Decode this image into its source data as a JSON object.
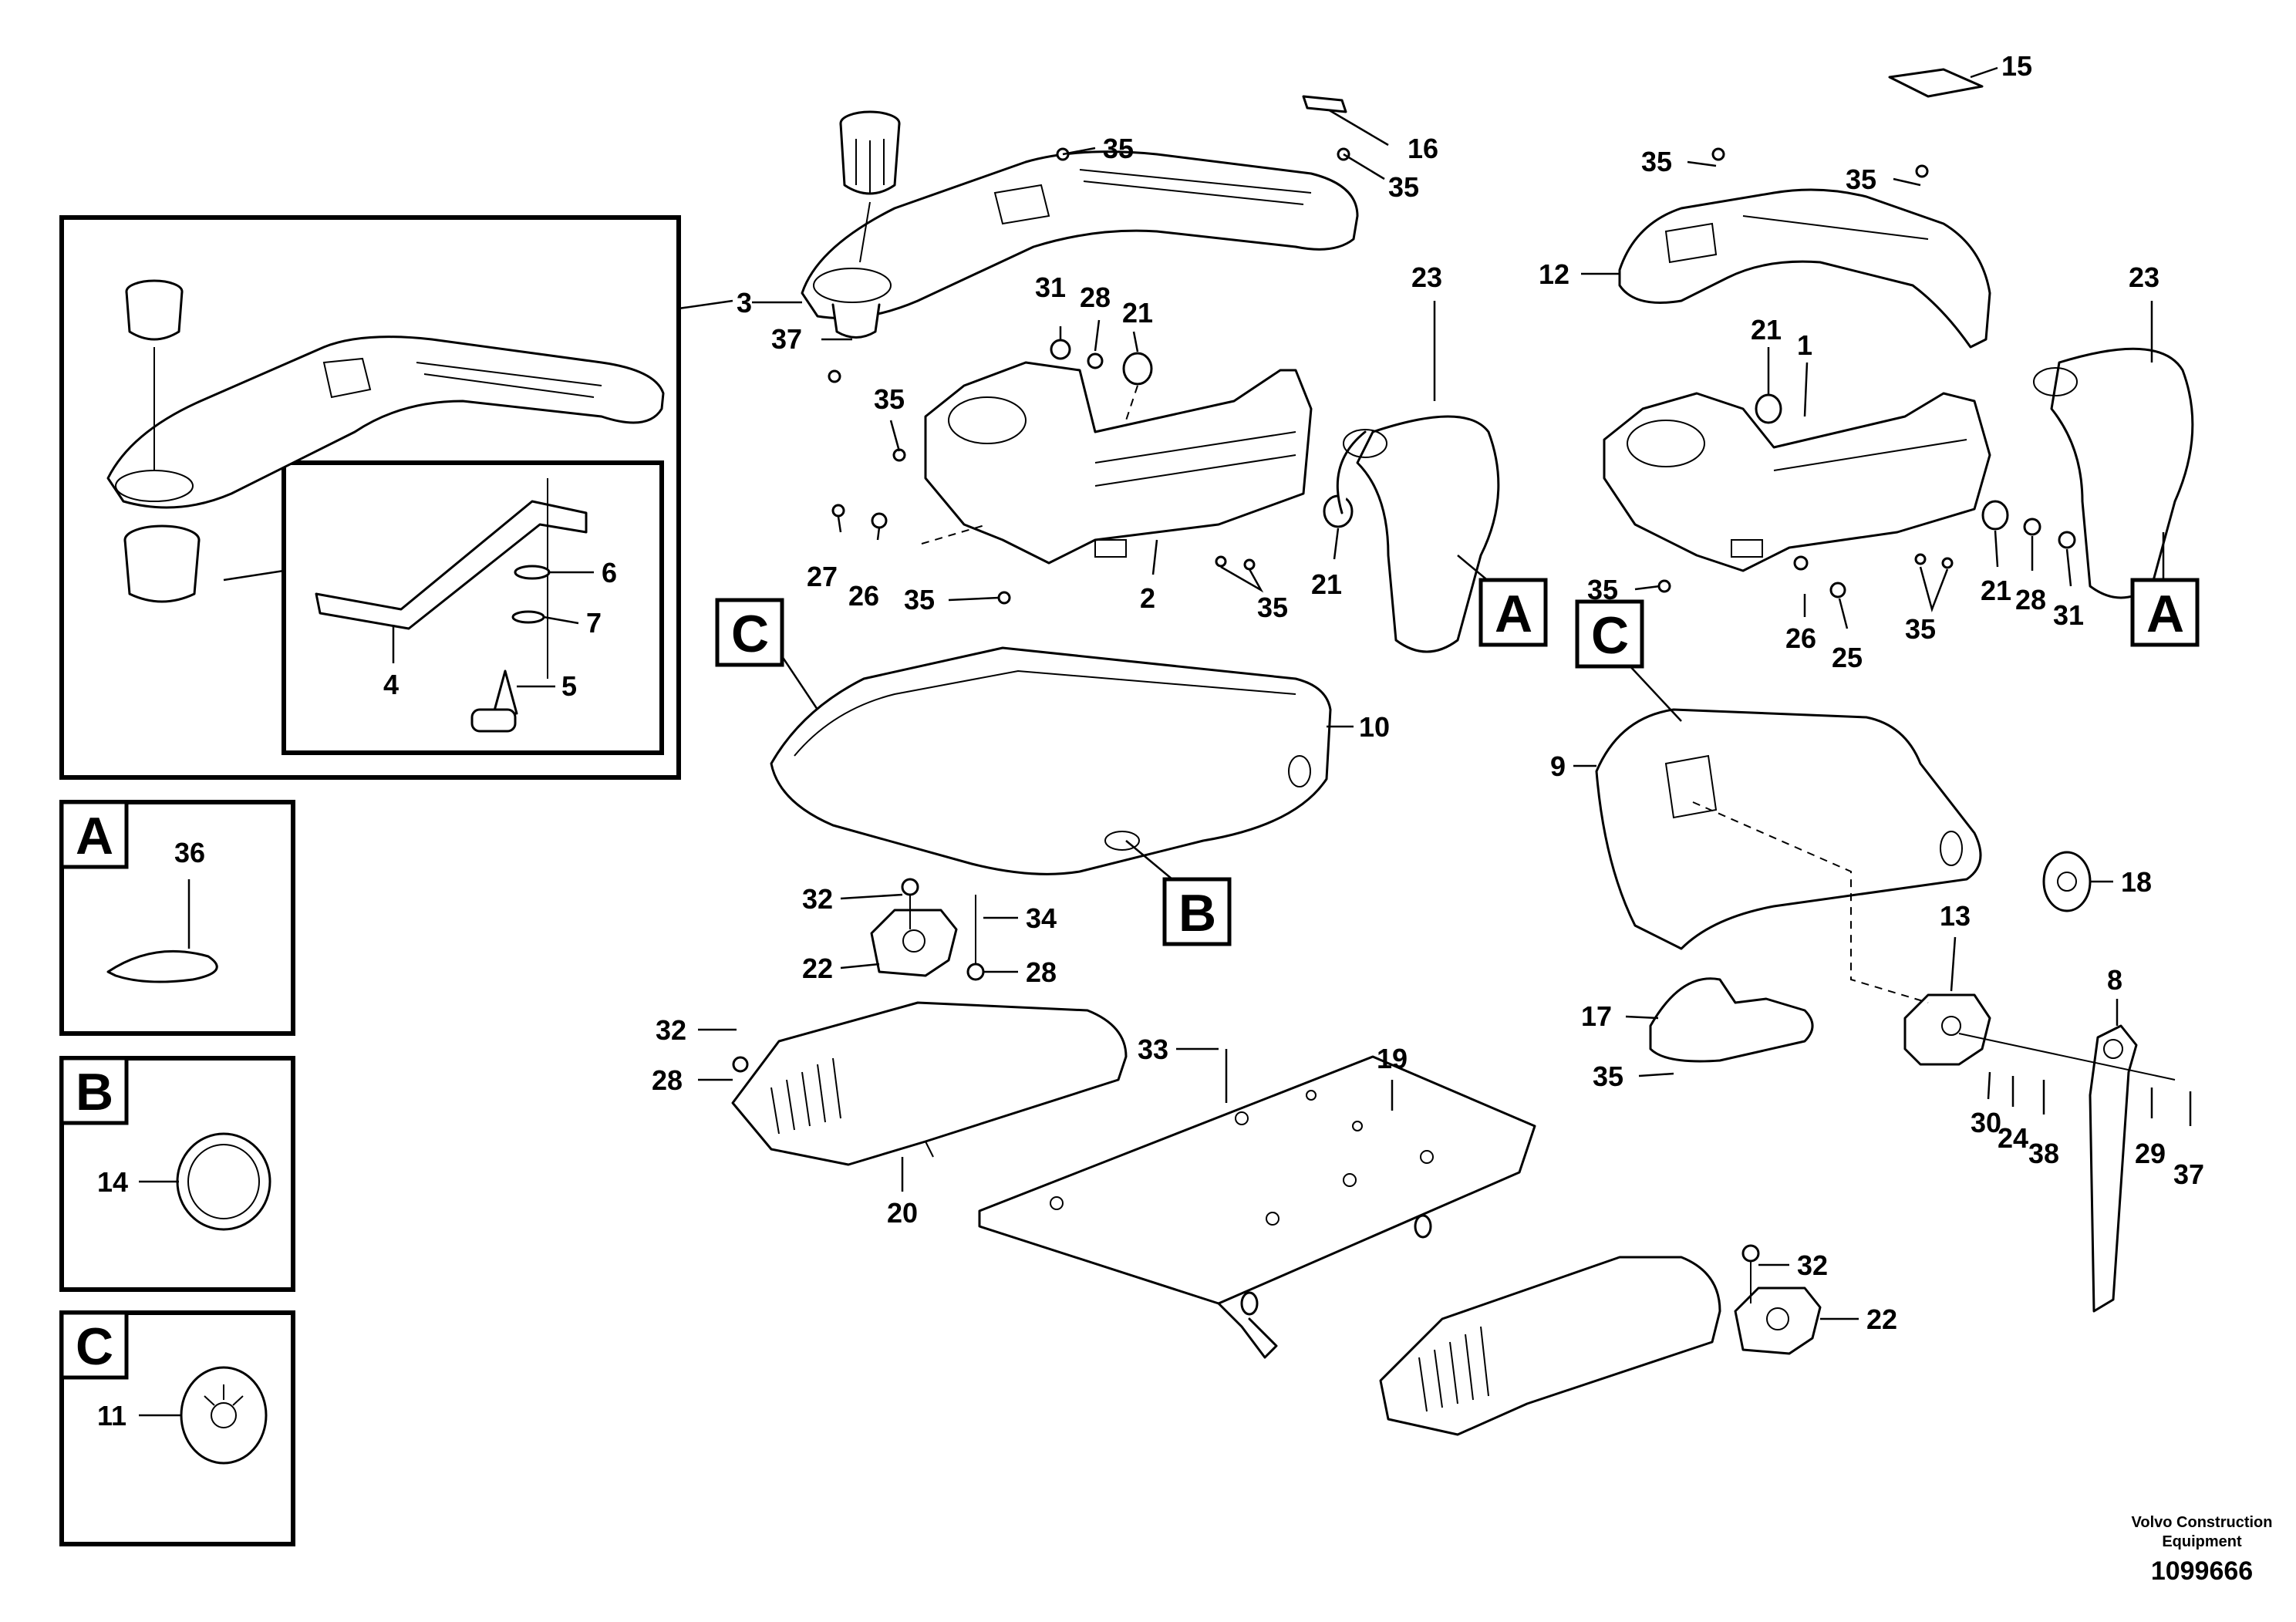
{
  "brand": {
    "line1": "Volvo Construction",
    "line2": "Equipment"
  },
  "doc_number": "1099666",
  "view_tags": [
    "A",
    "B",
    "C"
  ],
  "callouts": {
    "c1": "1",
    "c2": "2",
    "c3": "3",
    "c4": "4",
    "c5": "5",
    "c6": "6",
    "c7": "7",
    "c8": "8",
    "c9": "9",
    "c10": "10",
    "c11": "11",
    "c12": "12",
    "c13": "13",
    "c14": "14",
    "c15": "15",
    "c16": "16",
    "c17": "17",
    "c18": "18",
    "c19": "19",
    "c20": "20",
    "c21": "21",
    "c22": "22",
    "c23": "23",
    "c24": "24",
    "c25": "25",
    "c26": "26",
    "c27": "27",
    "c28": "28",
    "c29": "29",
    "c30": "30",
    "c31": "31",
    "c32": "32",
    "c33": "33",
    "c34": "34",
    "c35": "35",
    "c36": "36",
    "c37": "37",
    "c38": "38"
  }
}
